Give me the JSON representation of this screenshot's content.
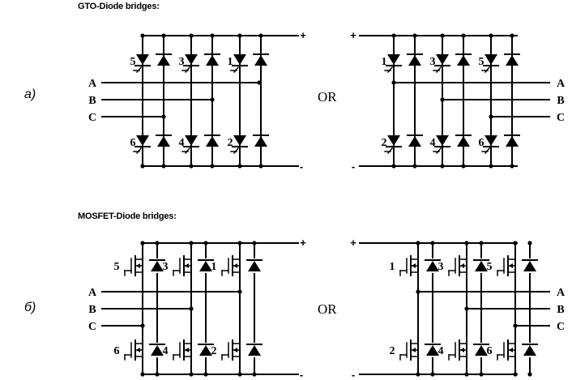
{
  "gto_section": {
    "heading": "GTO-Diode bridges:",
    "row_label": "a)",
    "or_label": "OR",
    "left": {
      "top_numbers": [
        "5",
        "3",
        "1"
      ],
      "bottom_numbers": [
        "6",
        "4",
        "2"
      ],
      "phases": [
        "A",
        "B",
        "C"
      ],
      "plus": "+",
      "minus": "-"
    },
    "right": {
      "top_numbers": [
        "1",
        "3",
        "5"
      ],
      "bottom_numbers": [
        "2",
        "4",
        "6"
      ],
      "phases": [
        "A",
        "B",
        "C"
      ],
      "plus": "+",
      "minus": "-"
    }
  },
  "mosfet_section": {
    "heading": "MOSFET-Diode bridges:",
    "row_label": "б)",
    "or_label": "OR",
    "left": {
      "top_numbers": [
        "5",
        "3",
        "1"
      ],
      "bottom_numbers": [
        "6",
        "4",
        "2"
      ],
      "phases": [
        "A",
        "B",
        "C"
      ],
      "plus": "+",
      "minus": "-"
    },
    "right": {
      "top_numbers": [
        "1",
        "3",
        "5"
      ],
      "bottom_numbers": [
        "2",
        "4",
        "6"
      ],
      "phases": [
        "A",
        "B",
        "C"
      ],
      "plus": "+",
      "minus": "-"
    }
  }
}
